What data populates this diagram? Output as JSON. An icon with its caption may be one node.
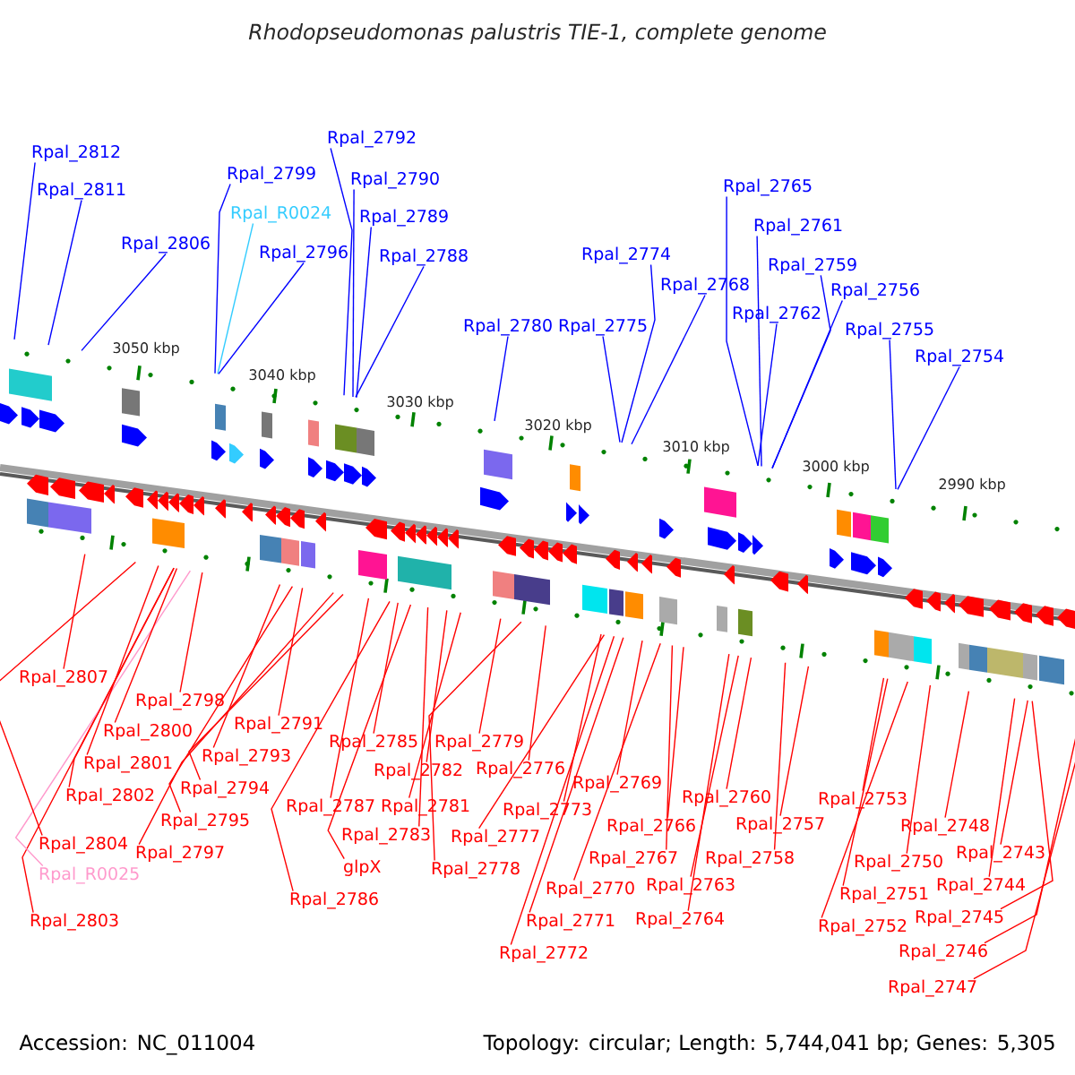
{
  "diagram": {
    "title": "Rhodopseudomonas palustris TIE-1, complete genome",
    "nodes": [
      {
        "text": [
          "Rpal_2812"
        ]
      },
      {
        "text": [
          "Rpal_2811"
        ]
      },
      {
        "text": [
          "Rpal_2806"
        ]
      },
      {
        "text": [
          "Rpal_2799"
        ]
      },
      {
        "text": [
          "Rpal_R0024"
        ]
      },
      {
        "text": [
          "Rpal_2796"
        ]
      },
      {
        "text": [
          "Rpal_2792"
        ]
      },
      {
        "text": [
          "Rpal_2790"
        ]
      },
      {
        "text": [
          "Rpal_2789"
        ]
      },
      {
        "text": [
          "Rpal_2788"
        ]
      },
      {
        "text": [
          "Rpal_2780"
        ]
      },
      {
        "text": [
          "Rpal_2775"
        ]
      },
      {
        "text": [
          "Rpal_2774"
        ]
      },
      {
        "text": [
          "Rpal_2768"
        ]
      },
      {
        "text": [
          "Rpal_2765"
        ]
      },
      {
        "text": [
          "Rpal_2762"
        ]
      },
      {
        "text": [
          "Rpal_2761"
        ]
      },
      {
        "text": [
          "Rpal_2759"
        ]
      },
      {
        "text": [
          "Rpal_2756"
        ]
      },
      {
        "text": [
          "Rpal_2755"
        ]
      },
      {
        "text": [
          "Rpal_2754"
        ]
      },
      {
        "text": [
          "Rpal_2807"
        ]
      },
      {
        "text": [
          "Rpal_2803"
        ]
      },
      {
        "text": [
          "Rpal_R0025"
        ]
      },
      {
        "text": [
          "Rpal_2804"
        ]
      },
      {
        "text": [
          "Rpal_2802"
        ]
      },
      {
        "text": [
          "Rpal_2801"
        ]
      },
      {
        "text": [
          "Rpal_2800"
        ]
      },
      {
        "text": [
          "Rpal_2798"
        ]
      },
      {
        "text": [
          "Rpal_2797"
        ]
      },
      {
        "text": [
          "Rpal_2795"
        ]
      },
      {
        "text": [
          "Rpal_2794"
        ]
      },
      {
        "text": [
          "Rpal_2793"
        ]
      },
      {
        "text": [
          "Rpal_2791"
        ]
      },
      {
        "text": [
          "Rpal_2787"
        ]
      },
      {
        "text": [
          "Rpal_2786"
        ]
      },
      {
        "text": [
          "glpX"
        ]
      },
      {
        "text": [
          "Rpal_2783"
        ]
      },
      {
        "text": [
          "Rpal_2785"
        ]
      },
      {
        "text": [
          "Rpal_2781"
        ]
      },
      {
        "text": [
          "Rpal_2782"
        ]
      },
      {
        "text": [
          "Rpal_2778"
        ]
      },
      {
        "text": [
          "Rpal_2777"
        ]
      },
      {
        "text": [
          "Rpal_2779"
        ]
      },
      {
        "text": [
          "Rpal_2776"
        ]
      },
      {
        "text": [
          "Rpal_2773"
        ]
      },
      {
        "text": [
          "Rpal_2772"
        ]
      },
      {
        "text": [
          "Rpal_2771"
        ]
      },
      {
        "text": [
          "Rpal_2770"
        ]
      },
      {
        "text": [
          "Rpal_2769"
        ]
      },
      {
        "text": [
          "Rpal_2767"
        ]
      },
      {
        "text": [
          "Rpal_2766"
        ]
      },
      {
        "text": [
          "Rpal_2764"
        ]
      },
      {
        "text": [
          "Rpal_2763"
        ]
      },
      {
        "text": [
          "Rpal_2760"
        ]
      },
      {
        "text": [
          "Rpal_2758"
        ]
      },
      {
        "text": [
          "Rpal_2757"
        ]
      },
      {
        "text": [
          "Rpal_2753"
        ]
      },
      {
        "text": [
          "Rpal_2752"
        ]
      },
      {
        "text": [
          "Rpal_2751"
        ]
      },
      {
        "text": [
          "Rpal_2750"
        ]
      },
      {
        "text": [
          "Rpal_2747"
        ]
      },
      {
        "text": [
          "Rpal_2746"
        ]
      },
      {
        "text": [
          "Rpal_2745"
        ]
      },
      {
        "text": [
          "Rpal_2748"
        ]
      },
      {
        "text": [
          "Rpal_2744"
        ]
      },
      {
        "text": [
          "Rpal_2743"
        ]
      }
    ],
    "edges": [
      {
        "from": 0,
        "to": null,
        "arrow": "none",
        "color": "#0000ff"
      },
      {
        "from": 1,
        "to": null,
        "arrow": "none",
        "color": "#0000ff"
      },
      {
        "from": 2,
        "to": null,
        "arrow": "none",
        "color": "#0000ff"
      },
      {
        "from": 3,
        "to": null,
        "arrow": "none",
        "color": "#0000ff"
      },
      {
        "from": 4,
        "to": null,
        "arrow": "none",
        "color": "#33ccff"
      },
      {
        "from": 5,
        "to": null,
        "arrow": "none",
        "color": "#0000ff"
      },
      {
        "from": 6,
        "to": null,
        "arrow": "none",
        "color": "#0000ff"
      },
      {
        "from": 7,
        "to": null,
        "arrow": "none",
        "color": "#0000ff"
      },
      {
        "from": 8,
        "to": null,
        "arrow": "none",
        "color": "#0000ff"
      },
      {
        "from": 9,
        "to": null,
        "arrow": "none",
        "color": "#0000ff"
      },
      {
        "from": 10,
        "to": null,
        "arrow": "none",
        "color": "#0000ff"
      },
      {
        "from": 11,
        "to": null,
        "arrow": "none",
        "color": "#0000ff"
      },
      {
        "from": 12,
        "to": null,
        "arrow": "none",
        "color": "#0000ff"
      },
      {
        "from": 13,
        "to": null,
        "arrow": "none",
        "color": "#0000ff"
      },
      {
        "from": 14,
        "to": null,
        "arrow": "none",
        "color": "#0000ff"
      },
      {
        "from": 15,
        "to": null,
        "arrow": "none",
        "color": "#0000ff"
      },
      {
        "from": 16,
        "to": null,
        "arrow": "none",
        "color": "#0000ff"
      },
      {
        "from": 17,
        "to": null,
        "arrow": "none",
        "color": "#0000ff"
      },
      {
        "from": 18,
        "to": null,
        "arrow": "none",
        "color": "#0000ff"
      },
      {
        "from": 19,
        "to": null,
        "arrow": "none",
        "color": "#0000ff"
      },
      {
        "from": 20,
        "to": null,
        "arrow": "none",
        "color": "#0000ff"
      },
      {
        "from": 21,
        "to": null,
        "arrow": "none"
      },
      {
        "from": 22,
        "to": null,
        "arrow": "none"
      },
      {
        "from": 23,
        "to": null,
        "arrow": "none",
        "color": "#ff99cc"
      },
      {
        "from": 24,
        "to": null,
        "arrow": "none"
      },
      {
        "from": 25,
        "to": null,
        "arrow": "none"
      },
      {
        "from": 26,
        "to": null,
        "arrow": "none"
      },
      {
        "from": 27,
        "to": null,
        "arrow": "none"
      },
      {
        "from": 28,
        "to": null,
        "arrow": "none"
      },
      {
        "from": 29,
        "to": null,
        "arrow": "none"
      },
      {
        "from": 30,
        "to": null,
        "arrow": "none"
      },
      {
        "from": 31,
        "to": null,
        "arrow": "none"
      },
      {
        "from": 32,
        "to": null,
        "arrow": "none"
      },
      {
        "from": 33,
        "to": null,
        "arrow": "none"
      },
      {
        "from": 34,
        "to": null,
        "arrow": "none"
      },
      {
        "from": 35,
        "to": null,
        "arrow": "none"
      },
      {
        "from": 36,
        "to": null,
        "arrow": "none"
      },
      {
        "from": 37,
        "to": null,
        "arrow": "none"
      },
      {
        "from": 38,
        "to": null,
        "arrow": "none"
      },
      {
        "from": 39,
        "to": null,
        "arrow": "none"
      },
      {
        "from": 40,
        "to": null,
        "arrow": "none"
      },
      {
        "from": 41,
        "to": null,
        "arrow": "none"
      },
      {
        "from": 42,
        "to": null,
        "arrow": "none"
      },
      {
        "from": 43,
        "to": null,
        "arrow": "none"
      },
      {
        "from": 44,
        "to": null,
        "arrow": "none"
      },
      {
        "from": 45,
        "to": null,
        "arrow": "none"
      },
      {
        "from": 46,
        "to": null,
        "arrow": "none"
      },
      {
        "from": 47,
        "to": null,
        "arrow": "none"
      },
      {
        "from": 48,
        "to": null,
        "arrow": "none"
      },
      {
        "from": 49,
        "to": null,
        "arrow": "none"
      },
      {
        "from": 50,
        "to": null,
        "arrow": "none"
      },
      {
        "from": 51,
        "to": null,
        "arrow": "none"
      },
      {
        "from": 52,
        "to": null,
        "arrow": "none"
      },
      {
        "from": 53,
        "to": null,
        "arrow": "none"
      },
      {
        "from": 54,
        "to": null,
        "arrow": "none"
      },
      {
        "from": 55,
        "to": null,
        "arrow": "none"
      },
      {
        "from": 56,
        "to": null,
        "arrow": "none"
      },
      {
        "from": 57,
        "to": null,
        "arrow": "none"
      },
      {
        "from": 58,
        "to": null,
        "arrow": "none"
      },
      {
        "from": 59,
        "to": null,
        "arrow": "none"
      },
      {
        "from": 60,
        "to": null,
        "arrow": "none"
      },
      {
        "from": 61,
        "to": null,
        "arrow": "none"
      },
      {
        "from": 62,
        "to": null,
        "arrow": "none"
      },
      {
        "from": 63,
        "to": null,
        "arrow": "none"
      },
      {
        "from": 64,
        "to": null,
        "arrow": "none"
      },
      {
        "from": 65,
        "to": null,
        "arrow": "none"
      },
      {
        "from": 66,
        "to": null,
        "arrow": "none"
      }
    ],
    "labels": [
      "3050 kbp",
      "3040 kbp",
      "3030 kbp",
      "3020 kbp",
      "3010 kbp",
      "3000 kbp",
      "2990 kbp",
      "Accession: NC_011004",
      "Topology: circular; Length: 5,744,041 bp; Genes: 5,305"
    ]
  }
}
